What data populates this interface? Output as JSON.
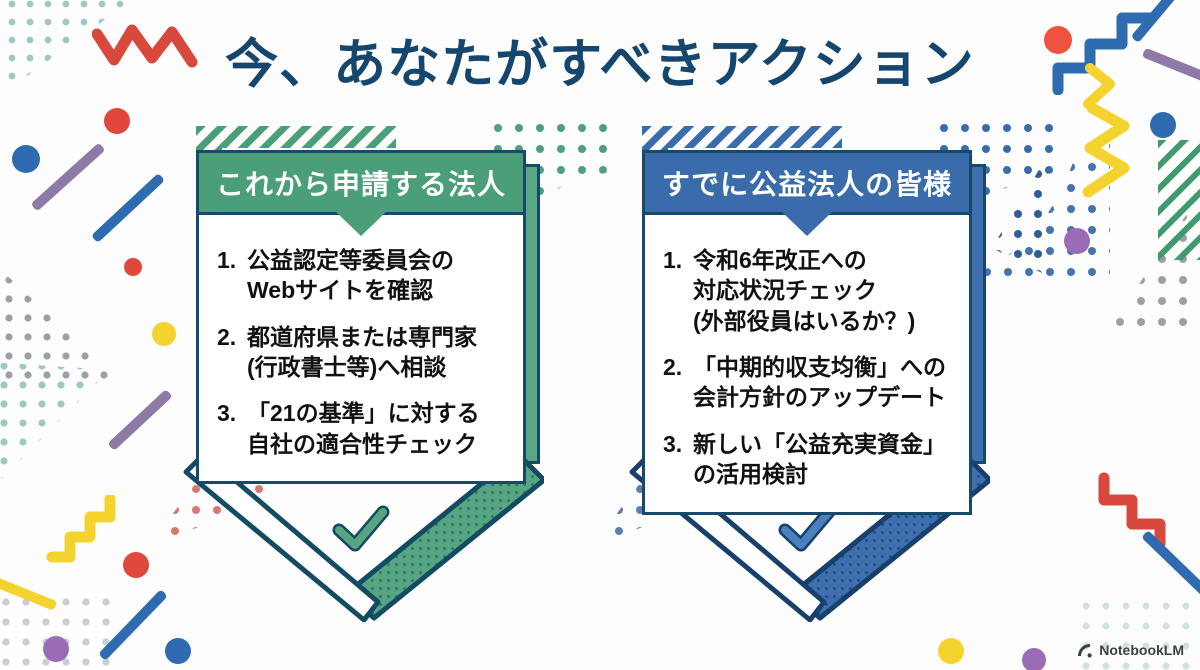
{
  "slide": {
    "title": "今、あなたがすべきアクション",
    "title_color": "#14466e",
    "background_color": "#fdfdfd"
  },
  "panels": [
    {
      "id": "future-applicants",
      "header": "これから申請する法人",
      "accent_color": "#4a9e78",
      "border_color": "#17496b",
      "shadow_color": "#5aa883",
      "check_icon": "check-icon",
      "items": [
        {
          "number": "1.",
          "lines": [
            "公益認定等委員会の",
            "Webサイトを確認"
          ]
        },
        {
          "number": "2.",
          "lines": [
            "都道府県または専門家",
            "(行政書士等)へ相談"
          ]
        },
        {
          "number": "3.",
          "lines": [
            "「21の基準」に対する",
            "自社の適合性チェック"
          ]
        }
      ]
    },
    {
      "id": "existing-corporations",
      "header": "すでに公益法人の皆様",
      "accent_color": "#3a6cab",
      "border_color": "#17496b",
      "shadow_color": "#3f6fae",
      "check_icon": "check-icon",
      "items": [
        {
          "number": "1.",
          "lines": [
            "令和6年改正への",
            "対応状況チェック",
            "(外部役員はいるか？)"
          ]
        },
        {
          "number": "2.",
          "lines": [
            "「中期的収支均衡」への",
            "会計方針のアップデート"
          ]
        },
        {
          "number": "3.",
          "lines": [
            "新しい「公益充実資金」",
            "の活用検討"
          ]
        }
      ]
    }
  ],
  "watermark": {
    "label": "NotebookLM",
    "icon": "notebooklm-logo-icon"
  },
  "decor_colors": {
    "red": "#e0483c",
    "blue": "#2f6bb0",
    "yellow": "#f5d32e",
    "purple": "#9b6cb5",
    "teal_dots": "#9ec8c4",
    "gray_dots": "#9aa0a6",
    "green_hatch": "#4a9e78",
    "blue_hatch": "#3a6cab",
    "salmon_dots": "#d9776e"
  }
}
